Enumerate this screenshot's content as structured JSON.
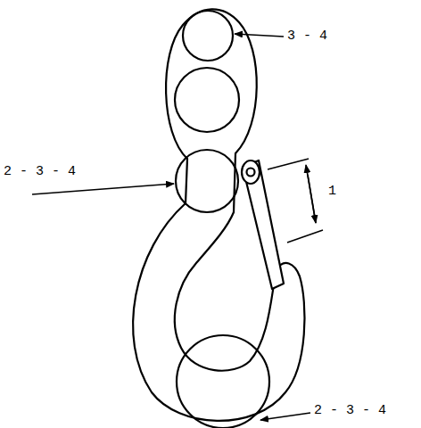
{
  "diagram": {
    "labels": [
      "3 - 4",
      "2 - 3 - 4",
      "1",
      "2 - 3 - 4"
    ]
  }
}
